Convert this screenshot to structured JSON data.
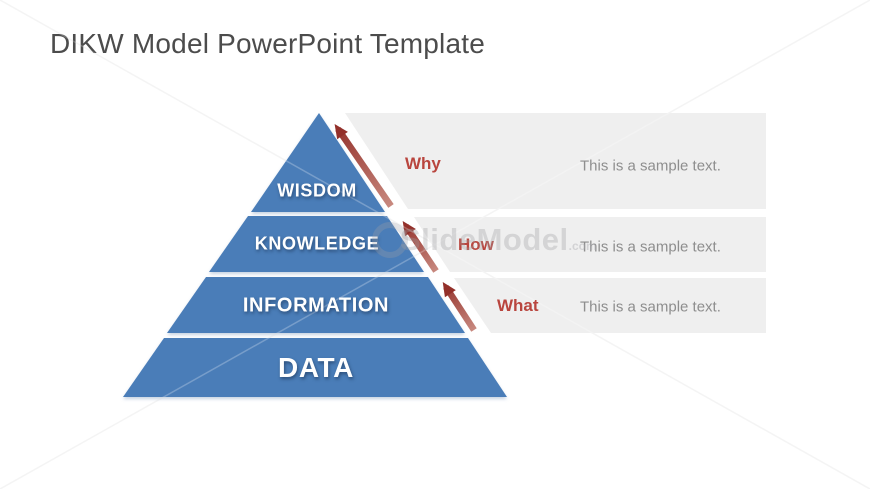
{
  "title": "DIKW Model PowerPoint Template",
  "pyramid": {
    "levels": [
      {
        "label": "WISDOM"
      },
      {
        "label": "KNOWLEDGE"
      },
      {
        "label": "INFORMATION"
      },
      {
        "label": "DATA"
      }
    ]
  },
  "rows": [
    {
      "label": "Why",
      "text": "This is a sample text."
    },
    {
      "label": "How",
      "text": "This is a sample text."
    },
    {
      "label": "What",
      "text": "This is a sample text."
    }
  ],
  "watermark": {
    "brand": "SlideModel",
    "suffix": ".com"
  },
  "colors": {
    "pyramid_blue": "#4a7db8",
    "band_gray": "#efefef",
    "accent_red": "#b9453e",
    "sample_text_gray": "#8e8e8e",
    "arrow_dark": "#93302a",
    "arrow_light": "#c8897f",
    "title_gray": "#4c4c4c"
  }
}
